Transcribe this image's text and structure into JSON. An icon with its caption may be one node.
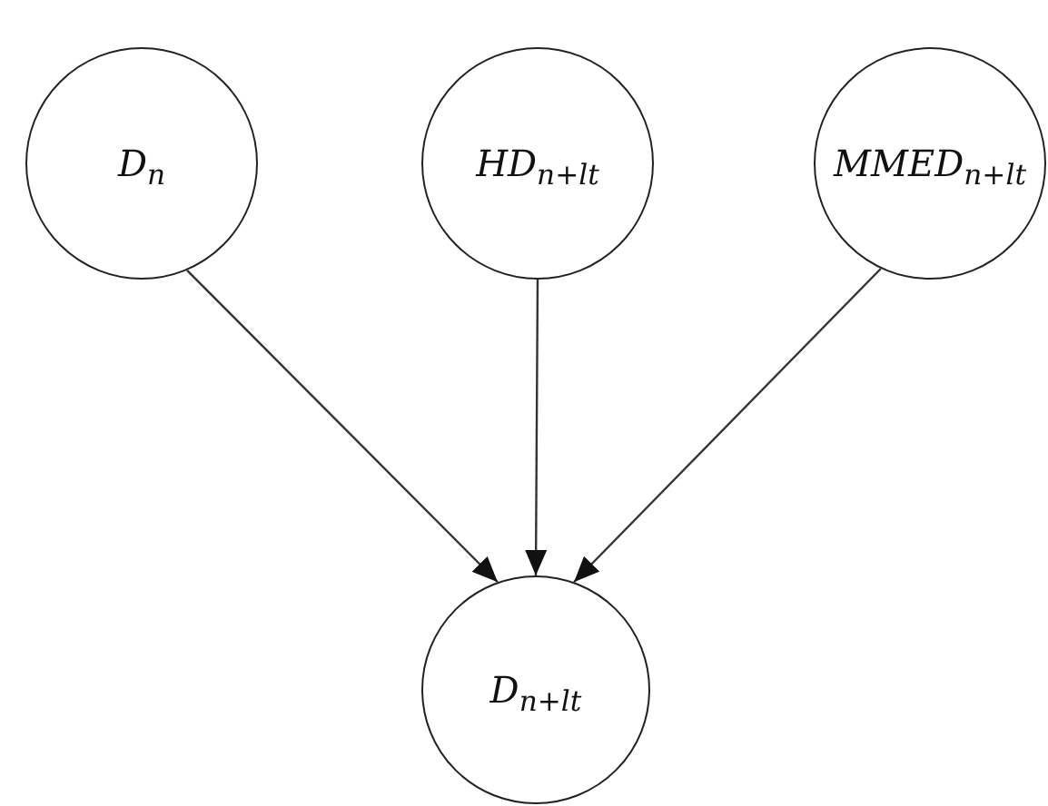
{
  "diagram": {
    "nodes": [
      {
        "text": [
          "D$_{n}$"
        ]
      },
      {
        "text": [
          "HD$_{n+lt}$"
        ]
      },
      {
        "text": [
          "MMED$_{n+lt}$"
        ]
      },
      {
        "text": [
          "D$_{n+lt}$"
        ]
      }
    ],
    "edges": [
      {
        "from": 0,
        "to": 3,
        "arrow": "to"
      },
      {
        "from": 1,
        "to": 3,
        "arrow": "to"
      },
      {
        "from": 2,
        "to": 3,
        "arrow": "to"
      }
    ]
  }
}
